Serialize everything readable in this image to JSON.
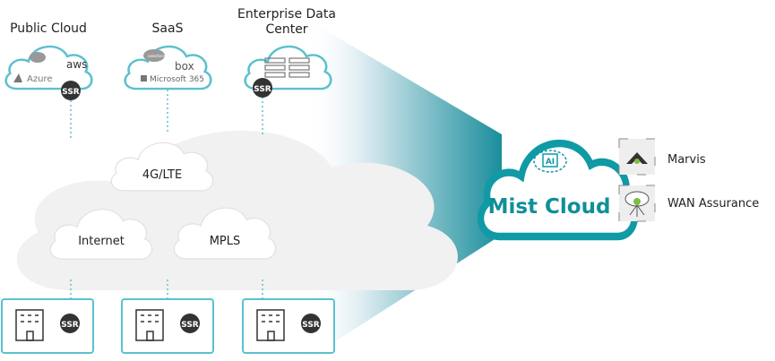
{
  "colors": {
    "teal": "#0e9aa7",
    "cloud_stroke": "#5bc0cf",
    "gray_cloud": "#f1f1f1",
    "ssr_badge": "#333333",
    "mist_teal": "#0f8f99"
  },
  "top_clouds": [
    {
      "title": "Public Cloud",
      "logos": [
        "aws",
        "Azure"
      ],
      "badge": "SSR"
    },
    {
      "title": "SaaS",
      "logos": [
        "salesforce",
        "box",
        "Microsoft 365"
      ]
    },
    {
      "title_line1": "Enterprise Data",
      "title_line2": "Center",
      "badge": "SSR"
    }
  ],
  "transport": {
    "lte": "4G/LTE",
    "internet": "Internet",
    "mpls": "MPLS"
  },
  "branches": [
    {
      "badge": "SSR"
    },
    {
      "badge": "SSR"
    },
    {
      "badge": "SSR"
    }
  ],
  "mist": {
    "title": "Mist Cloud",
    "ai_label": "AI"
  },
  "services": [
    {
      "label": "Marvis",
      "icon": "marvis-icon"
    },
    {
      "label": "WAN Assurance",
      "icon": "wan-assurance-icon"
    }
  ]
}
